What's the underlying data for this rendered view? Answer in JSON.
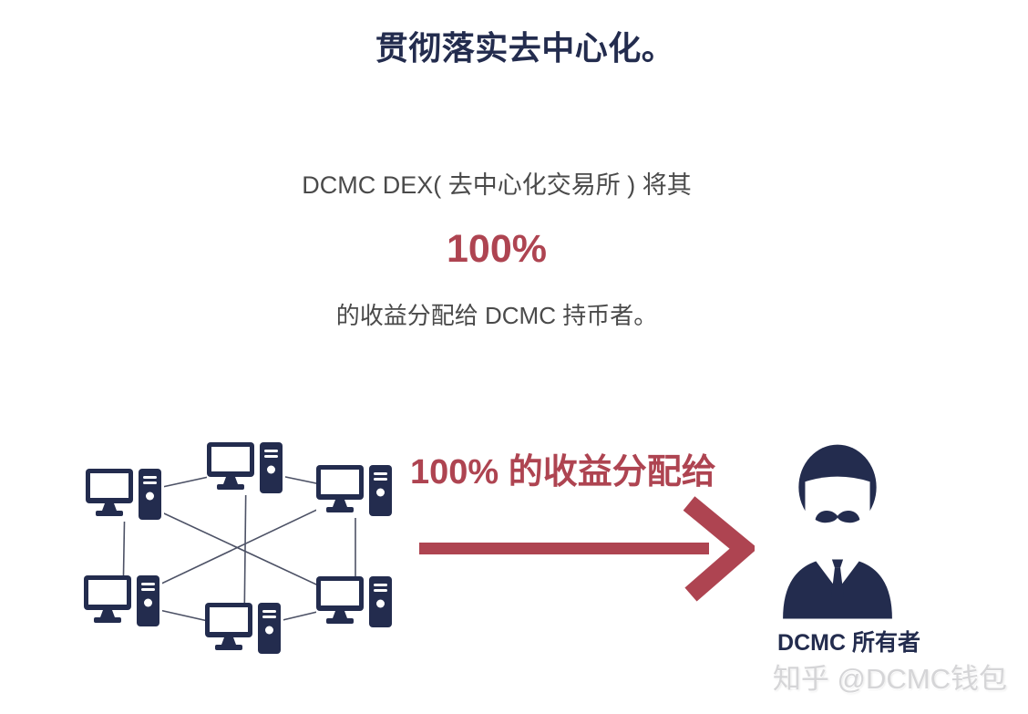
{
  "title": "贯彻落实去中心化。",
  "intro": {
    "line1": "DCMC DEX( 去中心化交易所 ) 将其",
    "highlight": "100%",
    "line2": "的收益分配给 DCMC 持币者。"
  },
  "diagram": {
    "flow_label": "100% 的收益分配给",
    "owner_label": "DCMC 所有者",
    "network_icon": "computer-network-icon",
    "node_icon": "computer-icon",
    "arrow_icon": "arrow-right-icon",
    "person_icon": "owner-person-icon",
    "node_count": 6
  },
  "watermark": "知乎 @DCMC钱包",
  "colors": {
    "navy": "#232c4e",
    "red": "#ae4451",
    "gray_text": "#4a4a4a",
    "line": "#4d5266",
    "watermark": "#d5d5d7"
  }
}
